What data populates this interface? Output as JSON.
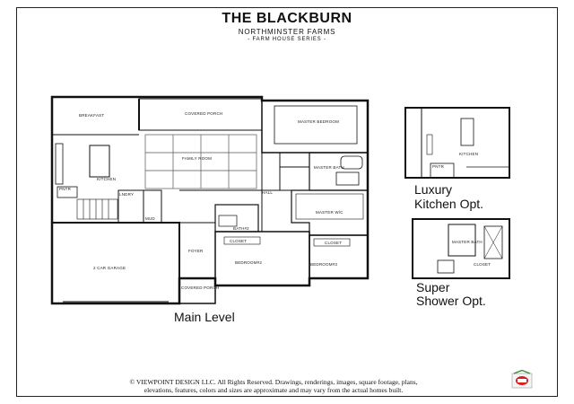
{
  "header": {
    "title": "THE BLACKBURN",
    "subtitle": "NORTHMINSTER FARMS",
    "series": "- FARM HOUSE SERIES -"
  },
  "main_plan": {
    "caption": "Main Level",
    "rooms": {
      "breakfast": "BREAKFAST",
      "covered_porch_rear": "COVERED PORCH",
      "master_bedroom": "MASTER BEDROOM",
      "family_room": "FAMILY ROOM",
      "kitchen": "KITCHEN",
      "pantry": "PNTR",
      "linen": "LNDRY",
      "mud": "MUD",
      "master_bath": "MASTER BATH",
      "hall": "HALL",
      "master_wic": "MASTER W/C",
      "bath2": "BATH#2",
      "closet_a": "CLOSET",
      "closet_b": "CLOSET",
      "garage": "2 CAR GARAGE",
      "foyer": "FOYER",
      "bedroom2": "BEDROOM#2",
      "bedroom3": "BEDROOM#3",
      "covered_porch_front": "COVERED PORCH"
    }
  },
  "option_kitchen": {
    "caption_line1": "Luxury",
    "caption_line2": "Kitchen Opt.",
    "rooms": {
      "pantry": "PNTR",
      "kitchen": "KITCHEN"
    }
  },
  "option_shower": {
    "caption_line1": "Super",
    "caption_line2": "Shower Opt.",
    "rooms": {
      "master_bath": "MASTER BATH",
      "closet": "CLOSET"
    }
  },
  "footer": {
    "line1": "© VIEWPOINT DESIGN LLC. All Rights Reserved. Drawings, renderings, images, square footage, plans,",
    "line2": "elevations, features, colors and sizes are approximate and may vary from the actual homes built."
  }
}
